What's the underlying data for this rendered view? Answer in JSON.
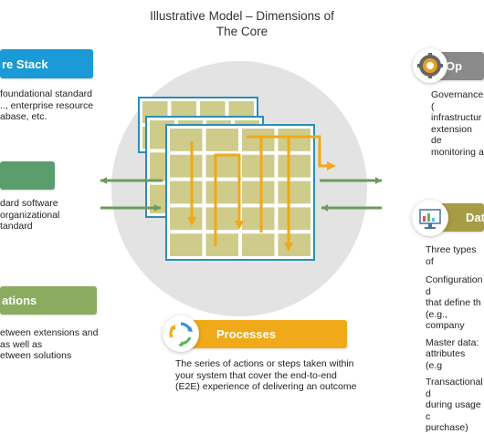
{
  "title_line1": "Illustrative Model – Dimensions of",
  "title_line2": "The Core",
  "left_boxes": [
    {
      "label": "re Stack",
      "color": "#1a9ad6",
      "desc": [
        "foundational standard",
        ".., enterprise resource",
        "abase, etc."
      ]
    },
    {
      "label": "",
      "color": "#5a9e6e",
      "desc": [
        "dard software",
        "organizational",
        "tandard"
      ]
    },
    {
      "label": "ations",
      "color": "#8bab5f",
      "desc": [
        "etween extensions and",
        "as well as",
        "etween solutions"
      ]
    }
  ],
  "right_boxes": [
    {
      "label": "Op",
      "color": "#8a8a8a",
      "icon": "gear-icon",
      "desc": [
        "Governance (",
        "infrastructur",
        "extension de",
        "monitoring a"
      ]
    },
    {
      "label": "Dat",
      "color": "#a89b45",
      "icon": "monitor-chart-icon",
      "desc": [
        "Three types of",
        "Configuration d",
        "that define th",
        "(e.g., company",
        "Master data:",
        "attributes (e.g",
        "Transactional d",
        "during usage c",
        "purchase)"
      ]
    }
  ],
  "processes": {
    "label": "Processes",
    "color": "#f0a918",
    "icon": "cycle-arrows-icon",
    "desc": [
      "The series of actions or steps taken within",
      "your system that cover the end-to-end",
      "(E2E) experience of delivering an outcome"
    ]
  }
}
